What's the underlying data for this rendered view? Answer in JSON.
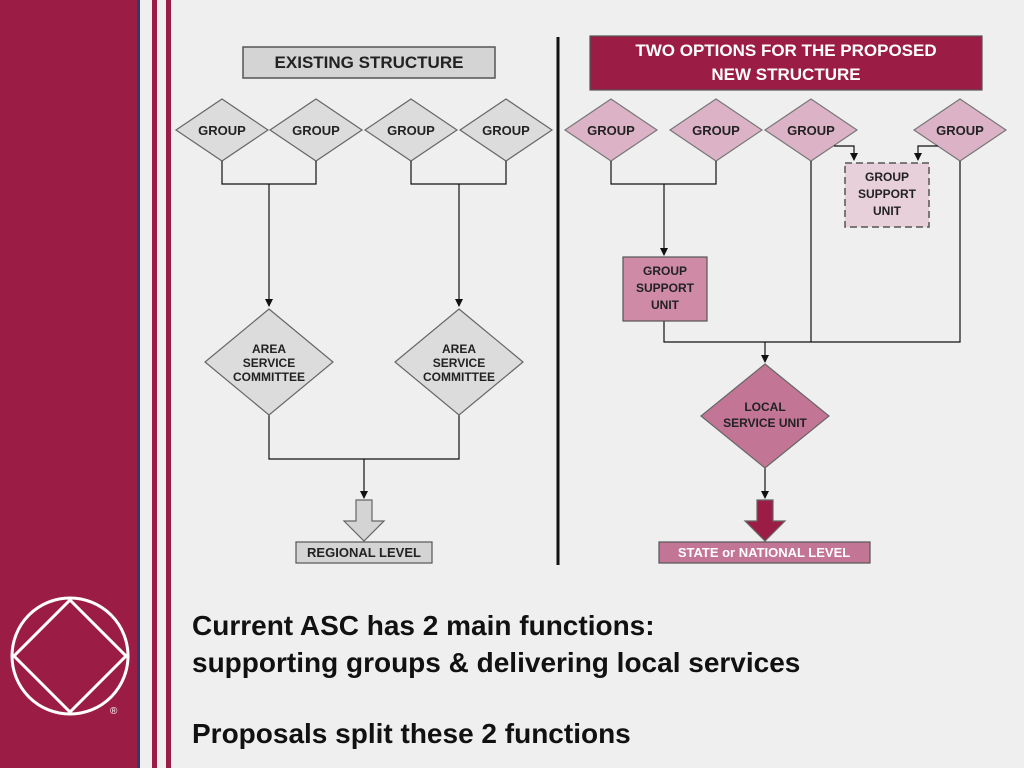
{
  "colors": {
    "maroon": "#9b1c45",
    "gray_fill": "#dcdcdc",
    "pink_fill": "#dcb3c6",
    "pink_box": "#cf8aa6",
    "dark_pink": "#c37596"
  },
  "diagram": {
    "existing_title": "EXISTING STRUCTURE",
    "proposed_title_line1": "TWO OPTIONS FOR THE PROPOSED",
    "proposed_title_line2": "NEW STRUCTURE",
    "group_label": "GROUP",
    "asc_line1": "AREA",
    "asc_line2": "SERVICE",
    "asc_line3": "COMMITTEE",
    "gsu_line1": "GROUP",
    "gsu_line2": "SUPPORT",
    "gsu_line3": "UNIT",
    "lsu_line1": "LOCAL",
    "lsu_line2": "SERVICE UNIT",
    "regional_label": "REGIONAL LEVEL",
    "state_label": "STATE or NATIONAL LEVEL"
  },
  "caption": {
    "line1": "Current ASC has 2 main functions:",
    "line2": "supporting groups & delivering local services",
    "line3": "Proposals split these 2 functions"
  },
  "logo": {
    "registered": "®"
  }
}
